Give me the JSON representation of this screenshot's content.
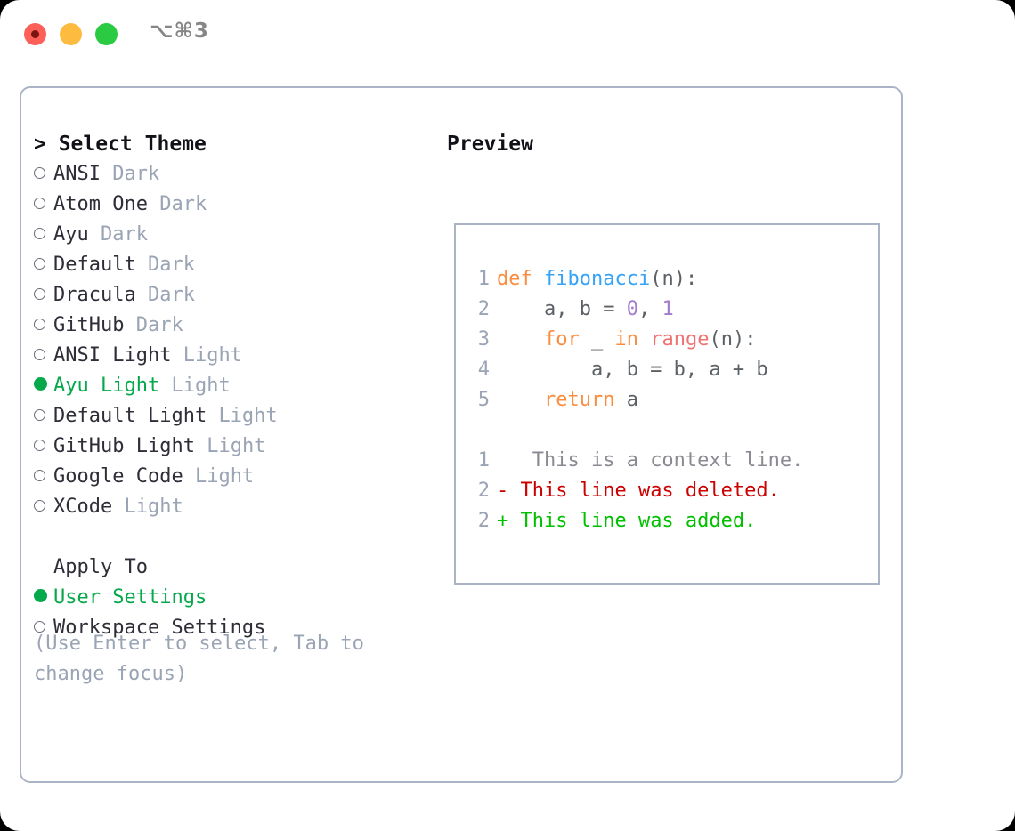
{
  "titlebar": {
    "shortcut": "⌥⌘3",
    "buttons": [
      {
        "name": "close",
        "color": "#FC6058"
      },
      {
        "name": "minimize",
        "color": "#FDBC40"
      },
      {
        "name": "maximize",
        "color": "#2ACB42"
      }
    ]
  },
  "left": {
    "header": "> Select Theme",
    "themes": [
      {
        "marker": "○",
        "name": "ANSI",
        "kind": "Dark",
        "selected": false
      },
      {
        "marker": "○",
        "name": "Atom One",
        "kind": "Dark",
        "selected": false
      },
      {
        "marker": "○",
        "name": "Ayu",
        "kind": "Dark",
        "selected": false
      },
      {
        "marker": "○",
        "name": "Default",
        "kind": "Dark",
        "selected": false
      },
      {
        "marker": "○",
        "name": "Dracula",
        "kind": "Dark",
        "selected": false
      },
      {
        "marker": "○",
        "name": "GitHub",
        "kind": "Dark",
        "selected": false
      },
      {
        "marker": "○",
        "name": "ANSI Light",
        "kind": "Light",
        "selected": false
      },
      {
        "marker": "●",
        "name": "Ayu Light",
        "kind": "Light",
        "selected": true
      },
      {
        "marker": "○",
        "name": "Default Light",
        "kind": "Light",
        "selected": false
      },
      {
        "marker": "○",
        "name": "GitHub Light",
        "kind": "Light",
        "selected": false
      },
      {
        "marker": "○",
        "name": "Google Code",
        "kind": "Light",
        "selected": false
      },
      {
        "marker": "○",
        "name": "XCode",
        "kind": "Light",
        "selected": false
      }
    ],
    "apply_to_header": "Apply To",
    "apply_to": [
      {
        "marker": "●",
        "name": "User Settings",
        "selected": true
      },
      {
        "marker": "○",
        "name": "Workspace Settings",
        "selected": false
      }
    ],
    "hint": "(Use Enter to select, Tab to change focus)"
  },
  "right": {
    "preview_title": "Preview",
    "code_lines": [
      {
        "num": "1",
        "tokens": [
          {
            "t": "def",
            "c": "kw"
          },
          {
            "t": " ",
            "c": "pl"
          },
          {
            "t": "fibonacci",
            "c": "fn"
          },
          {
            "t": "(n):",
            "c": "pl"
          }
        ]
      },
      {
        "num": "2",
        "tokens": [
          {
            "t": "    a, b = ",
            "c": "pl"
          },
          {
            "t": "0",
            "c": "num"
          },
          {
            "t": ", ",
            "c": "pl"
          },
          {
            "t": "1",
            "c": "num"
          }
        ]
      },
      {
        "num": "3",
        "tokens": [
          {
            "t": "    ",
            "c": "pl"
          },
          {
            "t": "for",
            "c": "kw"
          },
          {
            "t": " _ ",
            "c": "pl"
          },
          {
            "t": "in",
            "c": "kw"
          },
          {
            "t": " ",
            "c": "pl"
          },
          {
            "t": "range",
            "c": "bi"
          },
          {
            "t": "(n):",
            "c": "pl"
          }
        ]
      },
      {
        "num": "4",
        "tokens": [
          {
            "t": "        a, b = b, a + b",
            "c": "pl"
          }
        ]
      },
      {
        "num": "5",
        "tokens": [
          {
            "t": "    ",
            "c": "pl"
          },
          {
            "t": "return",
            "c": "kw"
          },
          {
            "t": " a",
            "c": "pl"
          }
        ]
      }
    ],
    "diff_lines": [
      {
        "num": "1",
        "sign": " ",
        "text": "  This is a context line.",
        "style": "ctx"
      },
      {
        "num": "2",
        "sign": "-",
        "text": " This line was deleted.",
        "style": "del"
      },
      {
        "num": "2",
        "sign": "+",
        "text": " This line was added.",
        "style": "add"
      }
    ]
  },
  "colors": {
    "accent_green": "#05A84A",
    "muted": "#9aa4b4",
    "border": "#AAB4C6",
    "keyword": "#FA8D3E",
    "function": "#36A3F7",
    "number": "#A37ACC",
    "builtin": "#F07171",
    "plain": "#5C6166",
    "diff_delete": "#CC0000",
    "diff_add": "#00C000"
  }
}
